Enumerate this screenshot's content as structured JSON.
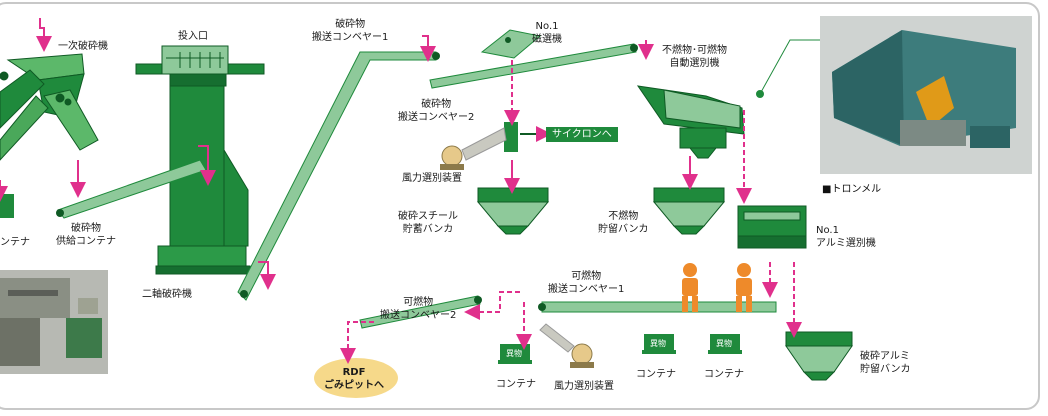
{
  "colors": {
    "machine": "#1f8a3c",
    "machine_light": "#9fd3a0",
    "arrow": "#e0308c",
    "worker": "#ee8a2a",
    "rdf_fill": "#f6d98a"
  },
  "labels": {
    "primary_crusher": "一次破砕機",
    "feed_port": "投入口",
    "crushed_conveyor_1": "破砕物\n搬送コンベヤー1",
    "no1_magnet": "No.1\n磁選機",
    "auto_sorter": "不燃物･可燃物\n自動選別機",
    "trommel_caption": "■トロンメル",
    "crushed_conveyor_2": "破砕物\n搬送コンベヤー2",
    "to_cyclone": "サイクロンへ",
    "air_separator_1": "風力選別装置",
    "steel_hopper": "破砕スチール\n貯蓄バンカ",
    "noncomb_hopper": "不燃物\n貯留バンカ",
    "no1_alu_sorter": "No.1\nアルミ選別機",
    "crushed_supply_container": "破砕物\n供給コンテナ",
    "left_container": "ンテナ",
    "twin_shaft_crusher": "二軸破砕機",
    "comb_conveyor_1": "可燃物\n搬送コンベヤー1",
    "comb_conveyor_2": "可燃物\n搬送コンベヤー2",
    "rdf": "RDF\nごみピットへ",
    "container_a": "コンテナ",
    "air_separator_2": "風力選別装置",
    "container_b": "コンテナ",
    "container_c": "コンテナ",
    "alu_hopper": "破砕アルミ\n貯留バンカ",
    "foreign_a": "異物",
    "foreign_b": "異物",
    "foreign_c": "異物"
  }
}
